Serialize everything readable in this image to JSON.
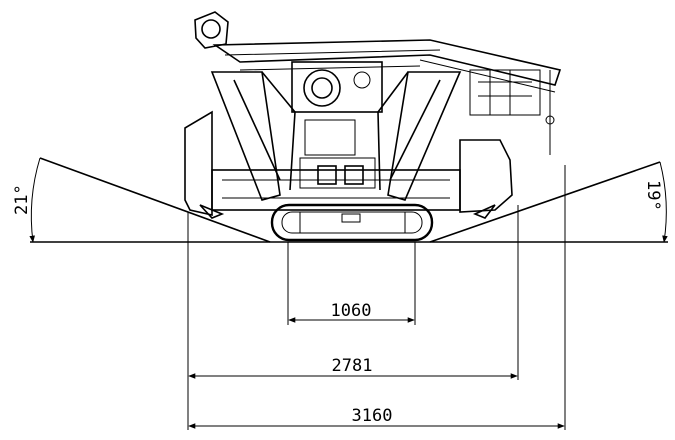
{
  "dimensions": {
    "track_width": "1060",
    "outrigger_inner": "2781",
    "outrigger_outer": "3160"
  },
  "angles": {
    "left": "21°",
    "right": "19°"
  }
}
